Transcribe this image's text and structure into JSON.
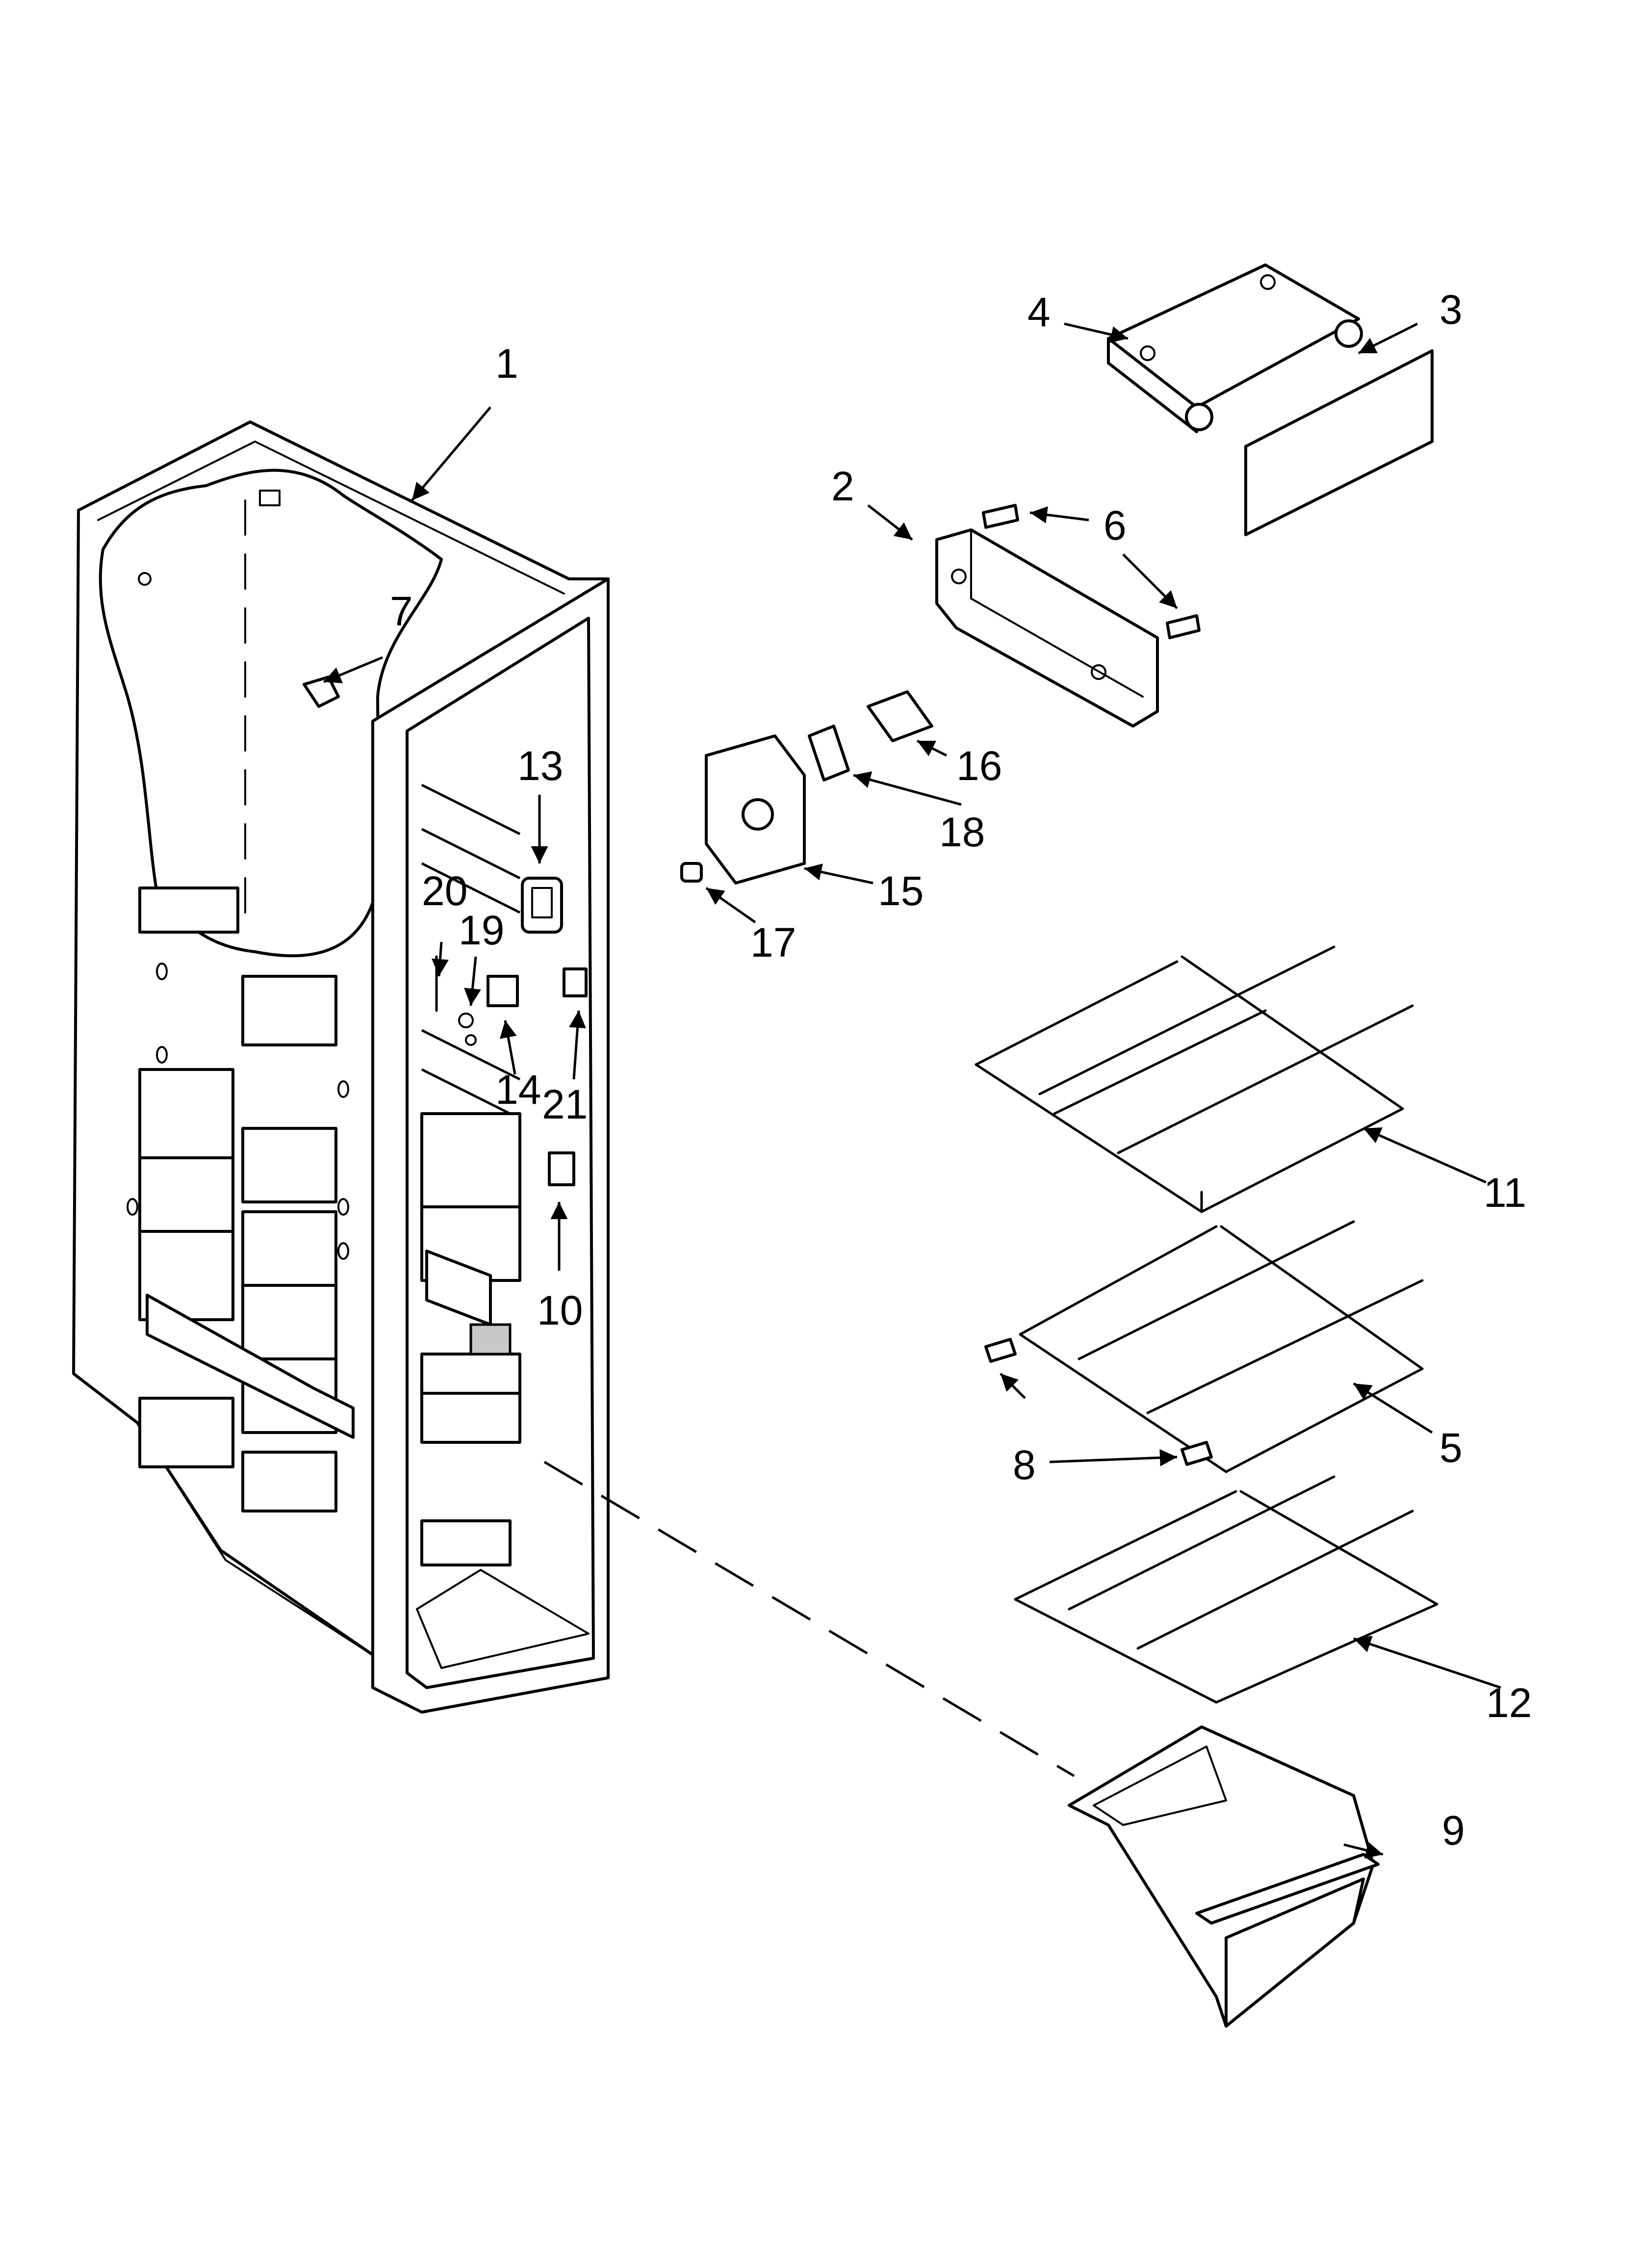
{
  "callouts": {
    "c1": "1",
    "c2": "2",
    "c3": "3",
    "c4": "4",
    "c5": "5",
    "c6": "6",
    "c7": "7",
    "c8": "8",
    "c9": "9",
    "c10": "10",
    "c11": "11",
    "c12": "12",
    "c13": "13",
    "c14": "14",
    "c15": "15",
    "c16": "16",
    "c17": "17",
    "c18": "18",
    "c19": "19",
    "c20": "20",
    "c21": "21"
  },
  "colors": {
    "line": "#000000",
    "background": "#ffffff",
    "shade": "#c8c8c8"
  }
}
